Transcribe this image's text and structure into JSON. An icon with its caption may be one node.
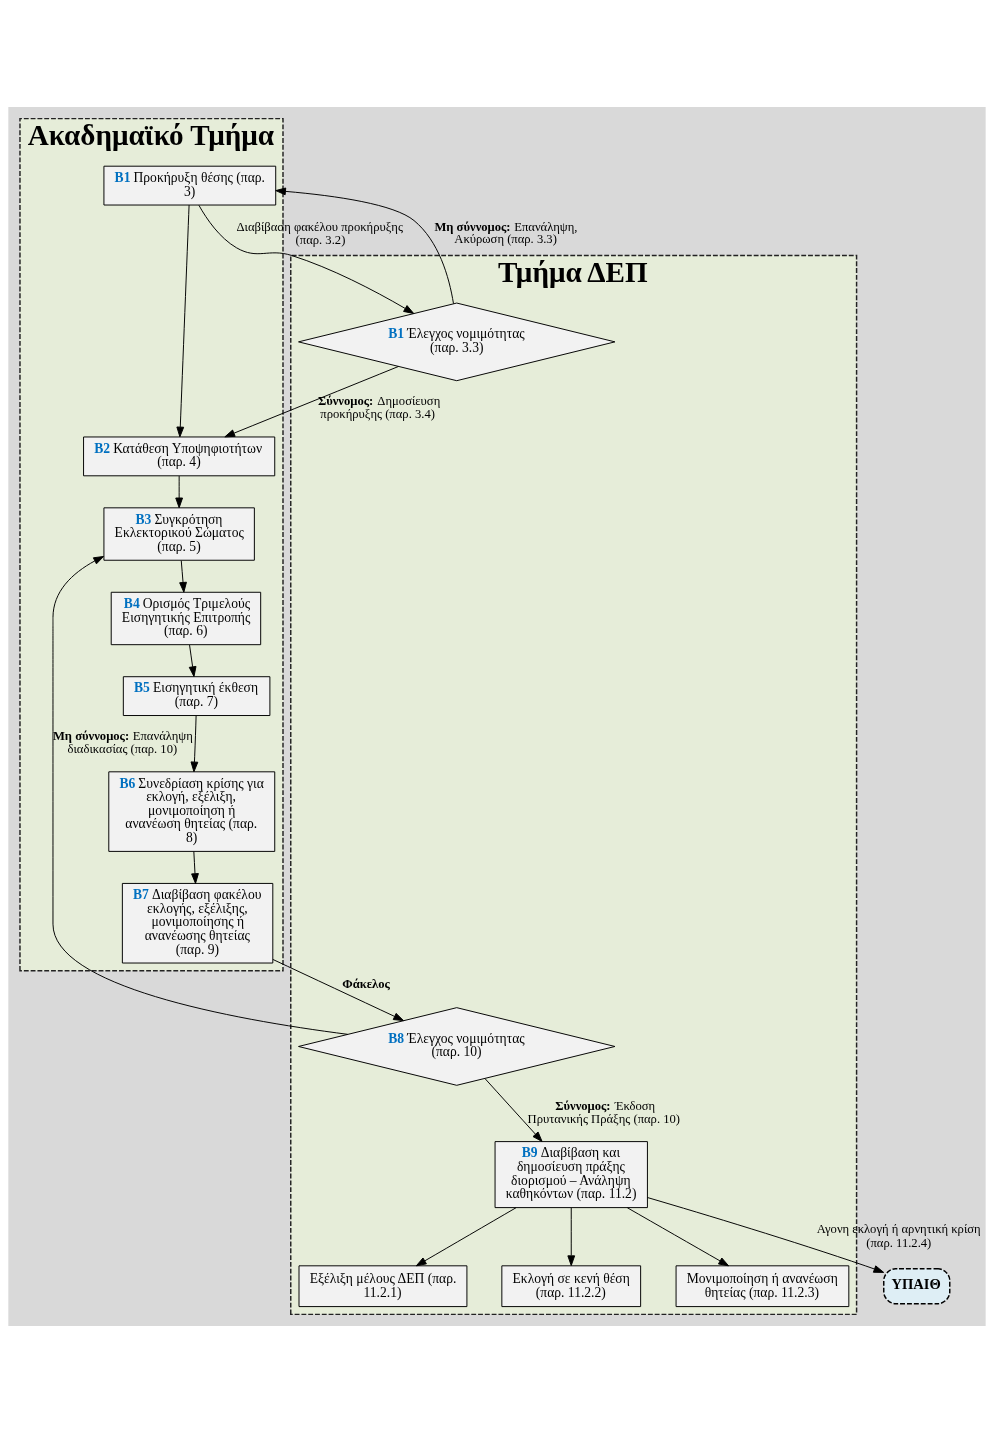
{
  "diagram": {
    "nodes": [
      {
        "text": [
          "Ακαδημαϊκό Τμήμα"
        ]
      },
      {
        "text": [
          "B1 Προκήρυξη θέσης (παρ. 3)"
        ],
        "in": 0
      },
      {
        "text": [
          "B2 Κατάθεση Υποψηφιοτήτων (παρ. 4)"
        ],
        "in": 0
      },
      {
        "text": [
          "B3 Συγκρότηση Εκλεκτορικού Σώματος (παρ. 5)"
        ],
        "in": 0
      },
      {
        "text": [
          "B4 Ορισμός Τριμελούς Εισηγητικής Επιτροπής (παρ. 6)"
        ],
        "in": 0
      },
      {
        "text": [
          "B5 Εισηγητική έκθεση (παρ. 7)"
        ],
        "in": 0
      },
      {
        "text": [
          "B6 Συνεδρίαση κρίσης για εκλογή, εξέλιξη, μονιμοποίηση ή ανανέωση θητείας (παρ. 8)"
        ],
        "in": 0
      },
      {
        "text": [
          "B7 Διαβίβαση φακέλου εκλογής, εξέλιξης, μονιμοποίησης ή ανανέωσης θητείας (παρ. 9)"
        ],
        "in": 0
      },
      {
        "text": [
          "Τμήμα ΔΕΠ"
        ]
      },
      {
        "text": [
          "B1 Έλεγχος νομιμότητας (παρ. 3.3)"
        ],
        "in": 8
      },
      {
        "text": [
          "B8 Έλεγχος νομιμότητας (παρ. 10)"
        ],
        "in": 8
      },
      {
        "text": [
          "B9 Διαβίβαση και δημοσίευση πράξης διορισμού – Ανάληψη καθηκόντων (παρ. 11.2)"
        ],
        "in": 8
      },
      {
        "text": [
          "Εξέλιξη μέλους ΔΕΠ (παρ. 11.2.1)"
        ],
        "in": 8
      },
      {
        "text": [
          "Εκλογή σε κενή θέση (παρ. 11.2.2)"
        ],
        "in": 8
      },
      {
        "text": [
          "Μονιμοποίηση ή ανανέωση θητείας (παρ. 11.2.3)"
        ],
        "in": 8
      },
      {
        "text": [
          "ΥΠΑΙΘ"
        ]
      }
    ],
    "edges": [
      {
        "from": 9,
        "to": 1,
        "arrow": "to",
        "label": "**Μη σύννομος:** Επανάληψη, Ακύρωση (παρ. 3.3)"
      },
      {
        "from": 1,
        "to": 9,
        "arrow": "to",
        "label": "Διαβίβαση φακέλου προκήρυξης (παρ. 3.2)"
      },
      {
        "from": 1,
        "to": 2,
        "arrow": "to"
      },
      {
        "from": 9,
        "to": 2,
        "arrow": "to",
        "label": "**Σύννομος:** Δημοσίευση προκήρυξης (παρ. 3.4)"
      },
      {
        "from": 2,
        "to": 3,
        "arrow": "to"
      },
      {
        "from": 10,
        "to": 3,
        "arrow": "to",
        "label": "**Μη σύννομος:** Επανάληψη διαδικασίας (παρ. 10)"
      },
      {
        "from": 3,
        "to": 4,
        "arrow": "to"
      },
      {
        "from": 4,
        "to": 5,
        "arrow": "to"
      },
      {
        "from": 5,
        "to": 6,
        "arrow": "to"
      },
      {
        "from": 6,
        "to": 7,
        "arrow": "to"
      },
      {
        "from": 7,
        "to": 10,
        "arrow": "to",
        "label": "**Φάκελος**"
      },
      {
        "from": 10,
        "to": 11,
        "arrow": "to",
        "label": "**Σύννομος:** Έκδοση Πρυτανικής Πράξης (παρ. 10)"
      },
      {
        "from": 11,
        "to": 15,
        "arrow": "to",
        "label": "Αγονη εκλογή ή αρνητική κρίση (παρ. 11.2.4)"
      },
      {
        "from": 11,
        "to": 12,
        "arrow": "to"
      },
      {
        "from": 11,
        "to": 13,
        "arrow": "to"
      },
      {
        "from": 11,
        "to": 14,
        "arrow": "to"
      }
    ]
  }
}
